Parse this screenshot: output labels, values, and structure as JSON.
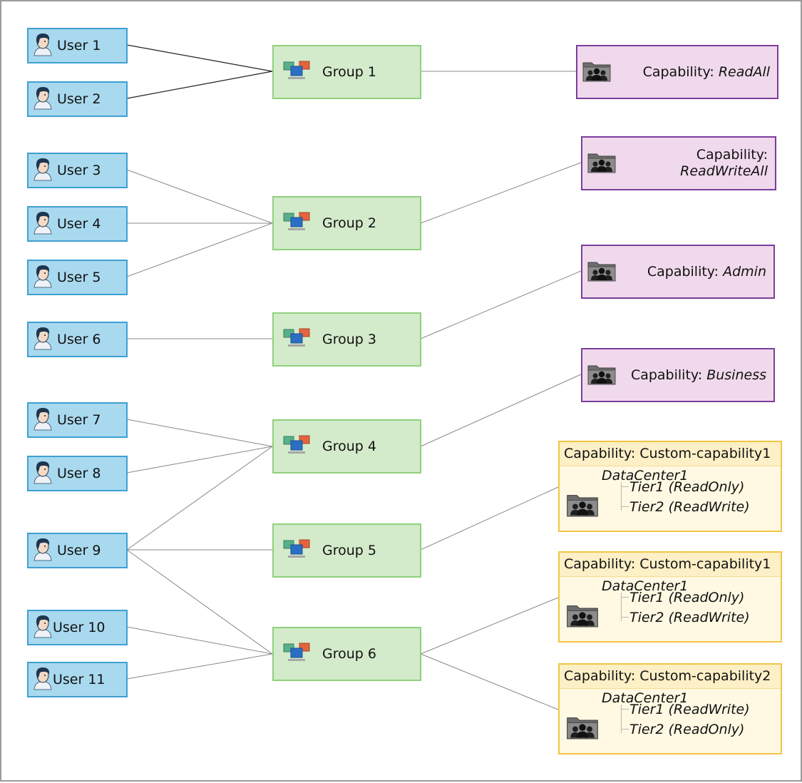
{
  "users": [
    {
      "label": "User 1"
    },
    {
      "label": "User 2"
    },
    {
      "label": "User 3"
    },
    {
      "label": "User 4"
    },
    {
      "label": "User 5"
    },
    {
      "label": "User 6"
    },
    {
      "label": "User 7"
    },
    {
      "label": "User 8"
    },
    {
      "label": "User 9"
    },
    {
      "label": "User 10"
    },
    {
      "label": "User 11"
    }
  ],
  "groups": [
    {
      "label": "Group 1"
    },
    {
      "label": "Group 2"
    },
    {
      "label": "Group 3"
    },
    {
      "label": "Group 4"
    },
    {
      "label": "Group 5"
    },
    {
      "label": "Group 6"
    }
  ],
  "capabilities": [
    {
      "prefix": "Capability: ",
      "name": "ReadAll"
    },
    {
      "prefix": "Capability:",
      "name": "ReadWriteAll"
    },
    {
      "prefix": "Capability: ",
      "name": "Admin"
    },
    {
      "prefix": "Capability: ",
      "name": "Business"
    }
  ],
  "custom_capabilities": [
    {
      "title": "Capability: Custom-capability1",
      "datacenter": "DataCenter1",
      "tier1": "Tier1 (ReadOnly)",
      "tier2": "Tier2 (ReadWrite)"
    },
    {
      "title": "Capability: Custom-capability1",
      "datacenter": "DataCenter1",
      "tier1": "Tier1 (ReadOnly)",
      "tier2": "Tier2 (ReadWrite)"
    },
    {
      "title": "Capability: Custom-capability2",
      "datacenter": "DataCenter1",
      "tier1": "Tier1 (ReadWrite)",
      "tier2": "Tier2 (ReadOnly)"
    }
  ],
  "user_group_links": [
    [
      "User 1",
      "Group 1"
    ],
    [
      "User 2",
      "Group 1"
    ],
    [
      "User 3",
      "Group 2"
    ],
    [
      "User 4",
      "Group 2"
    ],
    [
      "User 5",
      "Group 2"
    ],
    [
      "User 6",
      "Group 3"
    ],
    [
      "User 7",
      "Group 4"
    ],
    [
      "User 8",
      "Group 4"
    ],
    [
      "User 9",
      "Group 4"
    ],
    [
      "User 9",
      "Group 5"
    ],
    [
      "User 9",
      "Group 6"
    ],
    [
      "User 10",
      "Group 6"
    ],
    [
      "User 11",
      "Group 6"
    ]
  ],
  "group_capability_links": [
    [
      "Group 1",
      "ReadAll"
    ],
    [
      "Group 2",
      "ReadWriteAll"
    ],
    [
      "Group 3",
      "Admin"
    ],
    [
      "Group 4",
      "Business"
    ],
    [
      "Group 5",
      "Custom-capability1"
    ],
    [
      "Group 6",
      "Custom-capability1"
    ],
    [
      "Group 6",
      "Custom-capability2"
    ]
  ],
  "icons": {
    "user": "user-avatar-icon",
    "group": "group-computers-icon",
    "capability": "shared-folder-icon"
  },
  "colors": {
    "user_fill": "#a8d9ef",
    "user_border": "#3f9fd1",
    "group_fill": "#d3ebcb",
    "group_border": "#8fd07c",
    "cap_fill": "#f0d9ec",
    "cap_border": "#7a3f9a",
    "custom_fill": "#fff8e2",
    "custom_border": "#f2c543"
  }
}
